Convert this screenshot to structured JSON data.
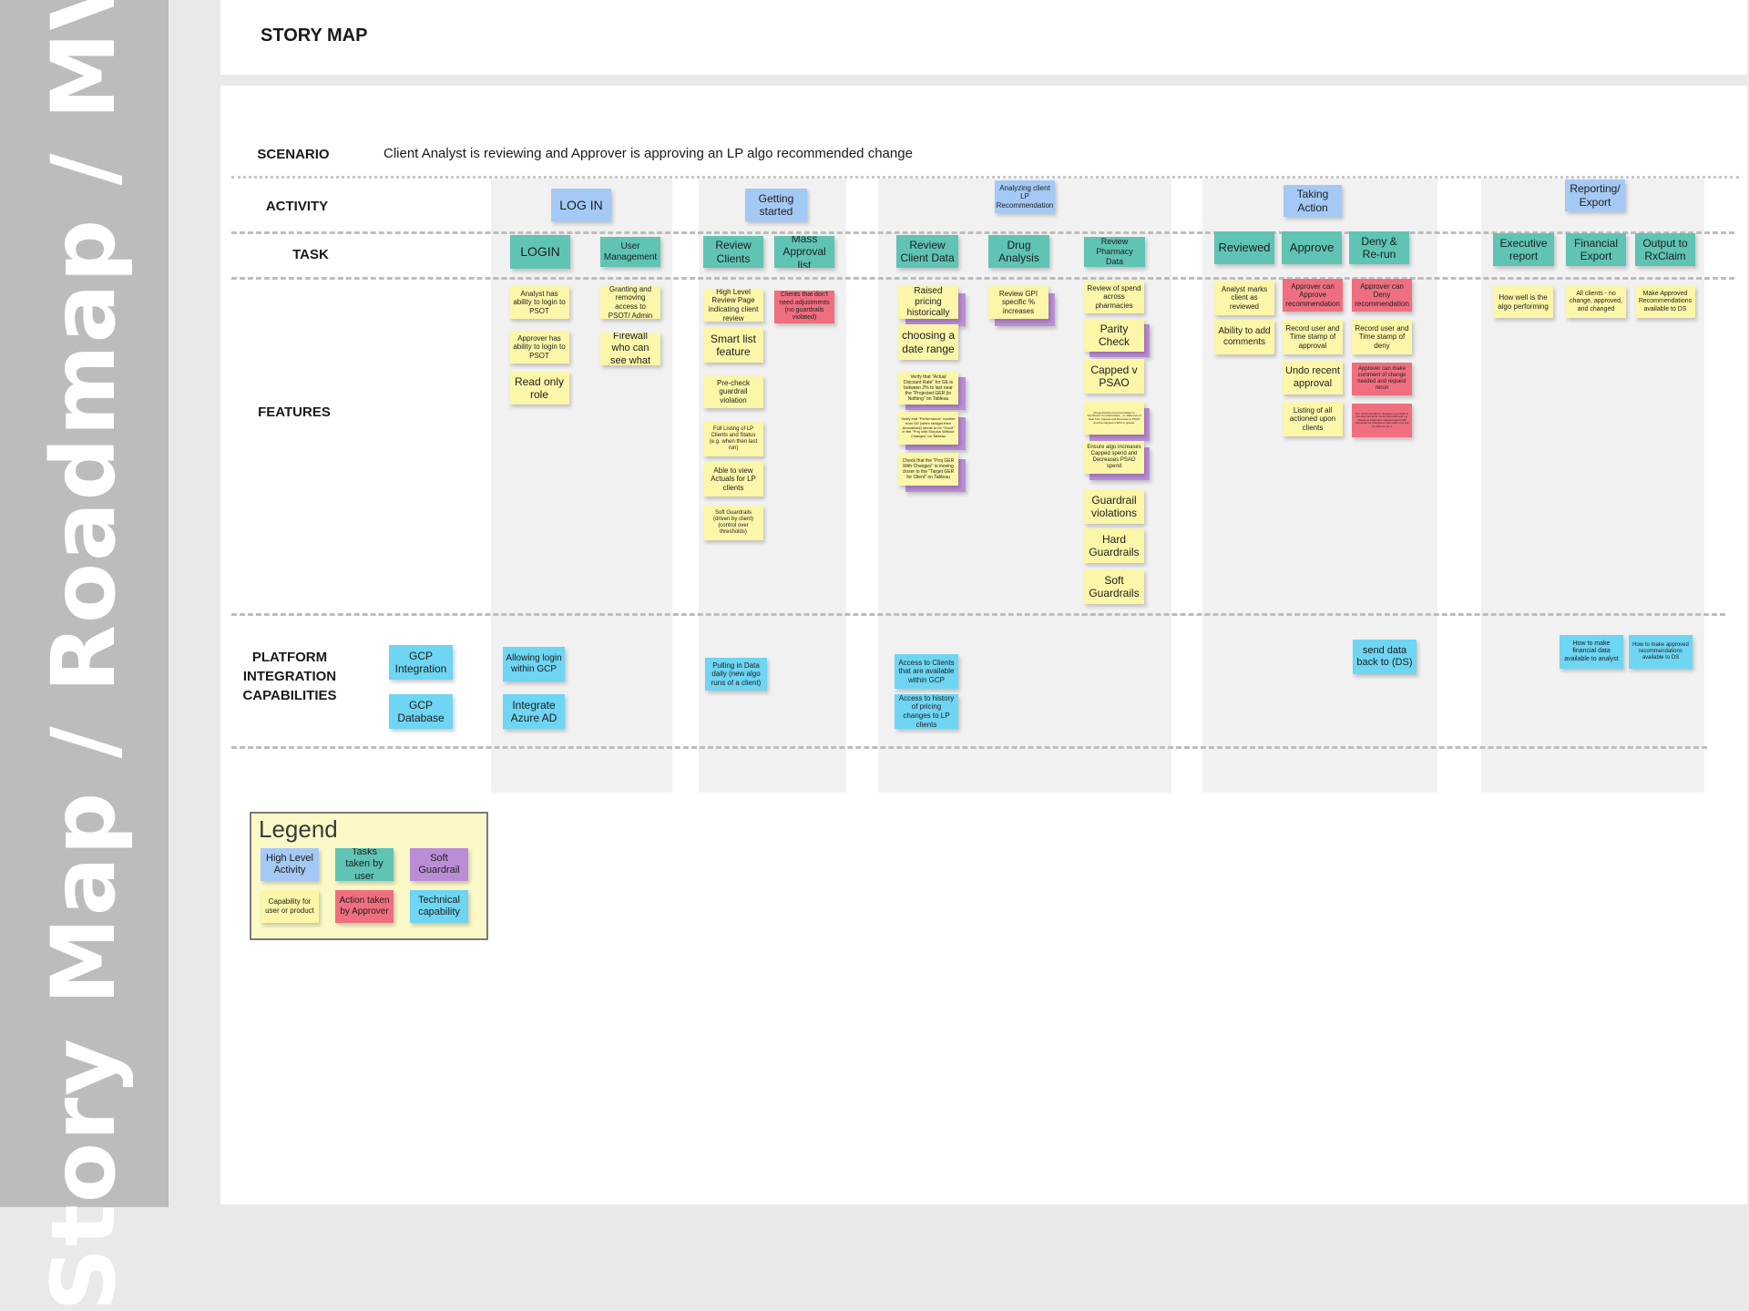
{
  "side_title": "Story Map / Roadmap / MVP",
  "page_title": "STORY MAP",
  "rows": {
    "scenario": "SCENARIO",
    "activity": "ACTIVITY",
    "task": "TASK",
    "features": "FEATURES",
    "platform_line1": "PLATFORM",
    "platform_line2": "INTEGRATION",
    "platform_line3": "CAPABILITIES"
  },
  "scenario_text": "Client Analyst is reviewing and Approver is approving an LP algo recommended change",
  "activities": [
    "LOG IN",
    "Getting started",
    "Analyzing client LP Recommendation",
    "Taking Action",
    "Reporting/ Export"
  ],
  "tasks": [
    "LOGIN",
    "User Management",
    "Review Clients",
    "Mass Approval list",
    "Review Client Data",
    "Drug Analysis",
    "Review Pharmacy Data",
    "Reviewed",
    "Approve",
    "Deny & Re-run",
    "Executive report",
    "Financial Export",
    "Output to RxClaim"
  ],
  "features": [
    "Analyst has ability to login to PSOT",
    "Approver has ability to login to PSOT",
    "Read only role",
    "Granting and removing access to PSOT/ Admin",
    "Firewall who can see what",
    "High Level Review Page indicating client review",
    "Smart list feature",
    "Pre-check guardrail violation",
    "Full Listing of LP Clients and Status (e.g. when then last run)",
    "Able to view Actuals for LP clients",
    "Soft Guardrails (driven by client) (control over thresholds)",
    "Clients that don't need adjustments (no guardrails violated)",
    "Raised pricing historically",
    "choosing a date range",
    "Verify that \"Actual Discount Rate\" for GE is between 2% to last near the \"Projected GER (in Nothing\" on Tableau",
    "Verify that \"Performance\" number from GE (when straight then Annualized) needs to be \"Good\" in the \"Proj with Surplus Without Changes\" on Tableau",
    "Check that the \"Proj GER With Changes\" is moving closer to the \"Target GER for Client\" on Tableau",
    "Review GPI specific % increases",
    "Review of spend across pharmacies",
    "Parity Check",
    "Capped v PSAO",
    "Check that the recommendation is \"significant\" for pharmacies - i.e. difference in Gain from Capped and Decrease in PSAO and the Capped is 60% or greater",
    "Ensure algo increases Capped spend and Decreases PSAO spend",
    "Guardrail violations",
    "Hard Guardrails",
    "Soft Guardrails",
    "Analyst marks client as reviewed",
    "Ability to add comments",
    "Approver can Approve recommendation",
    "Record user and Time stamp of approval",
    "Undo recent approval",
    "Listing of all actioned upon clients",
    "Approver can Deny recommendation",
    "Record user and Time stamp of deny",
    "Approver can make comment of change needed and request rerun",
    "The recommendation changes to go back to the algo denial for rerun/new limits and / or change in Pharmacy Capped spend with requested for changes or see mark on a cell for that run for it",
    "How well is the algo performing",
    "All clients - no change, approved, and changed",
    "Make Approved Recommendations available to DS"
  ],
  "platform": [
    "GCP Integration",
    "GCP Database",
    "Allowing login within GCP",
    "Integrate Azure AD",
    "Pulling in Data daily (new algo runs of a client)",
    "Access to Clients that are available within GCP",
    "Access to history of pricing changes to LP clients",
    "send data back to  (DS)",
    "How to make financial data available to analyst",
    "How to make approved recommendations available to DS"
  ],
  "legend": {
    "title": "Legend",
    "items": [
      "High Level Activity",
      "Tasks taken by user",
      "Soft Guardrail",
      "Capability for user or product",
      "Action taken by Approver",
      "Technical capability"
    ]
  },
  "colors": {
    "high_level_activity": "#a4c9f4",
    "task": "#5fc4b4",
    "feature": "#fbf6a8",
    "approver_action": "#ef6f80",
    "technical_capability": "#6ed5f2",
    "soft_guardrail": "#bb8dd7"
  }
}
